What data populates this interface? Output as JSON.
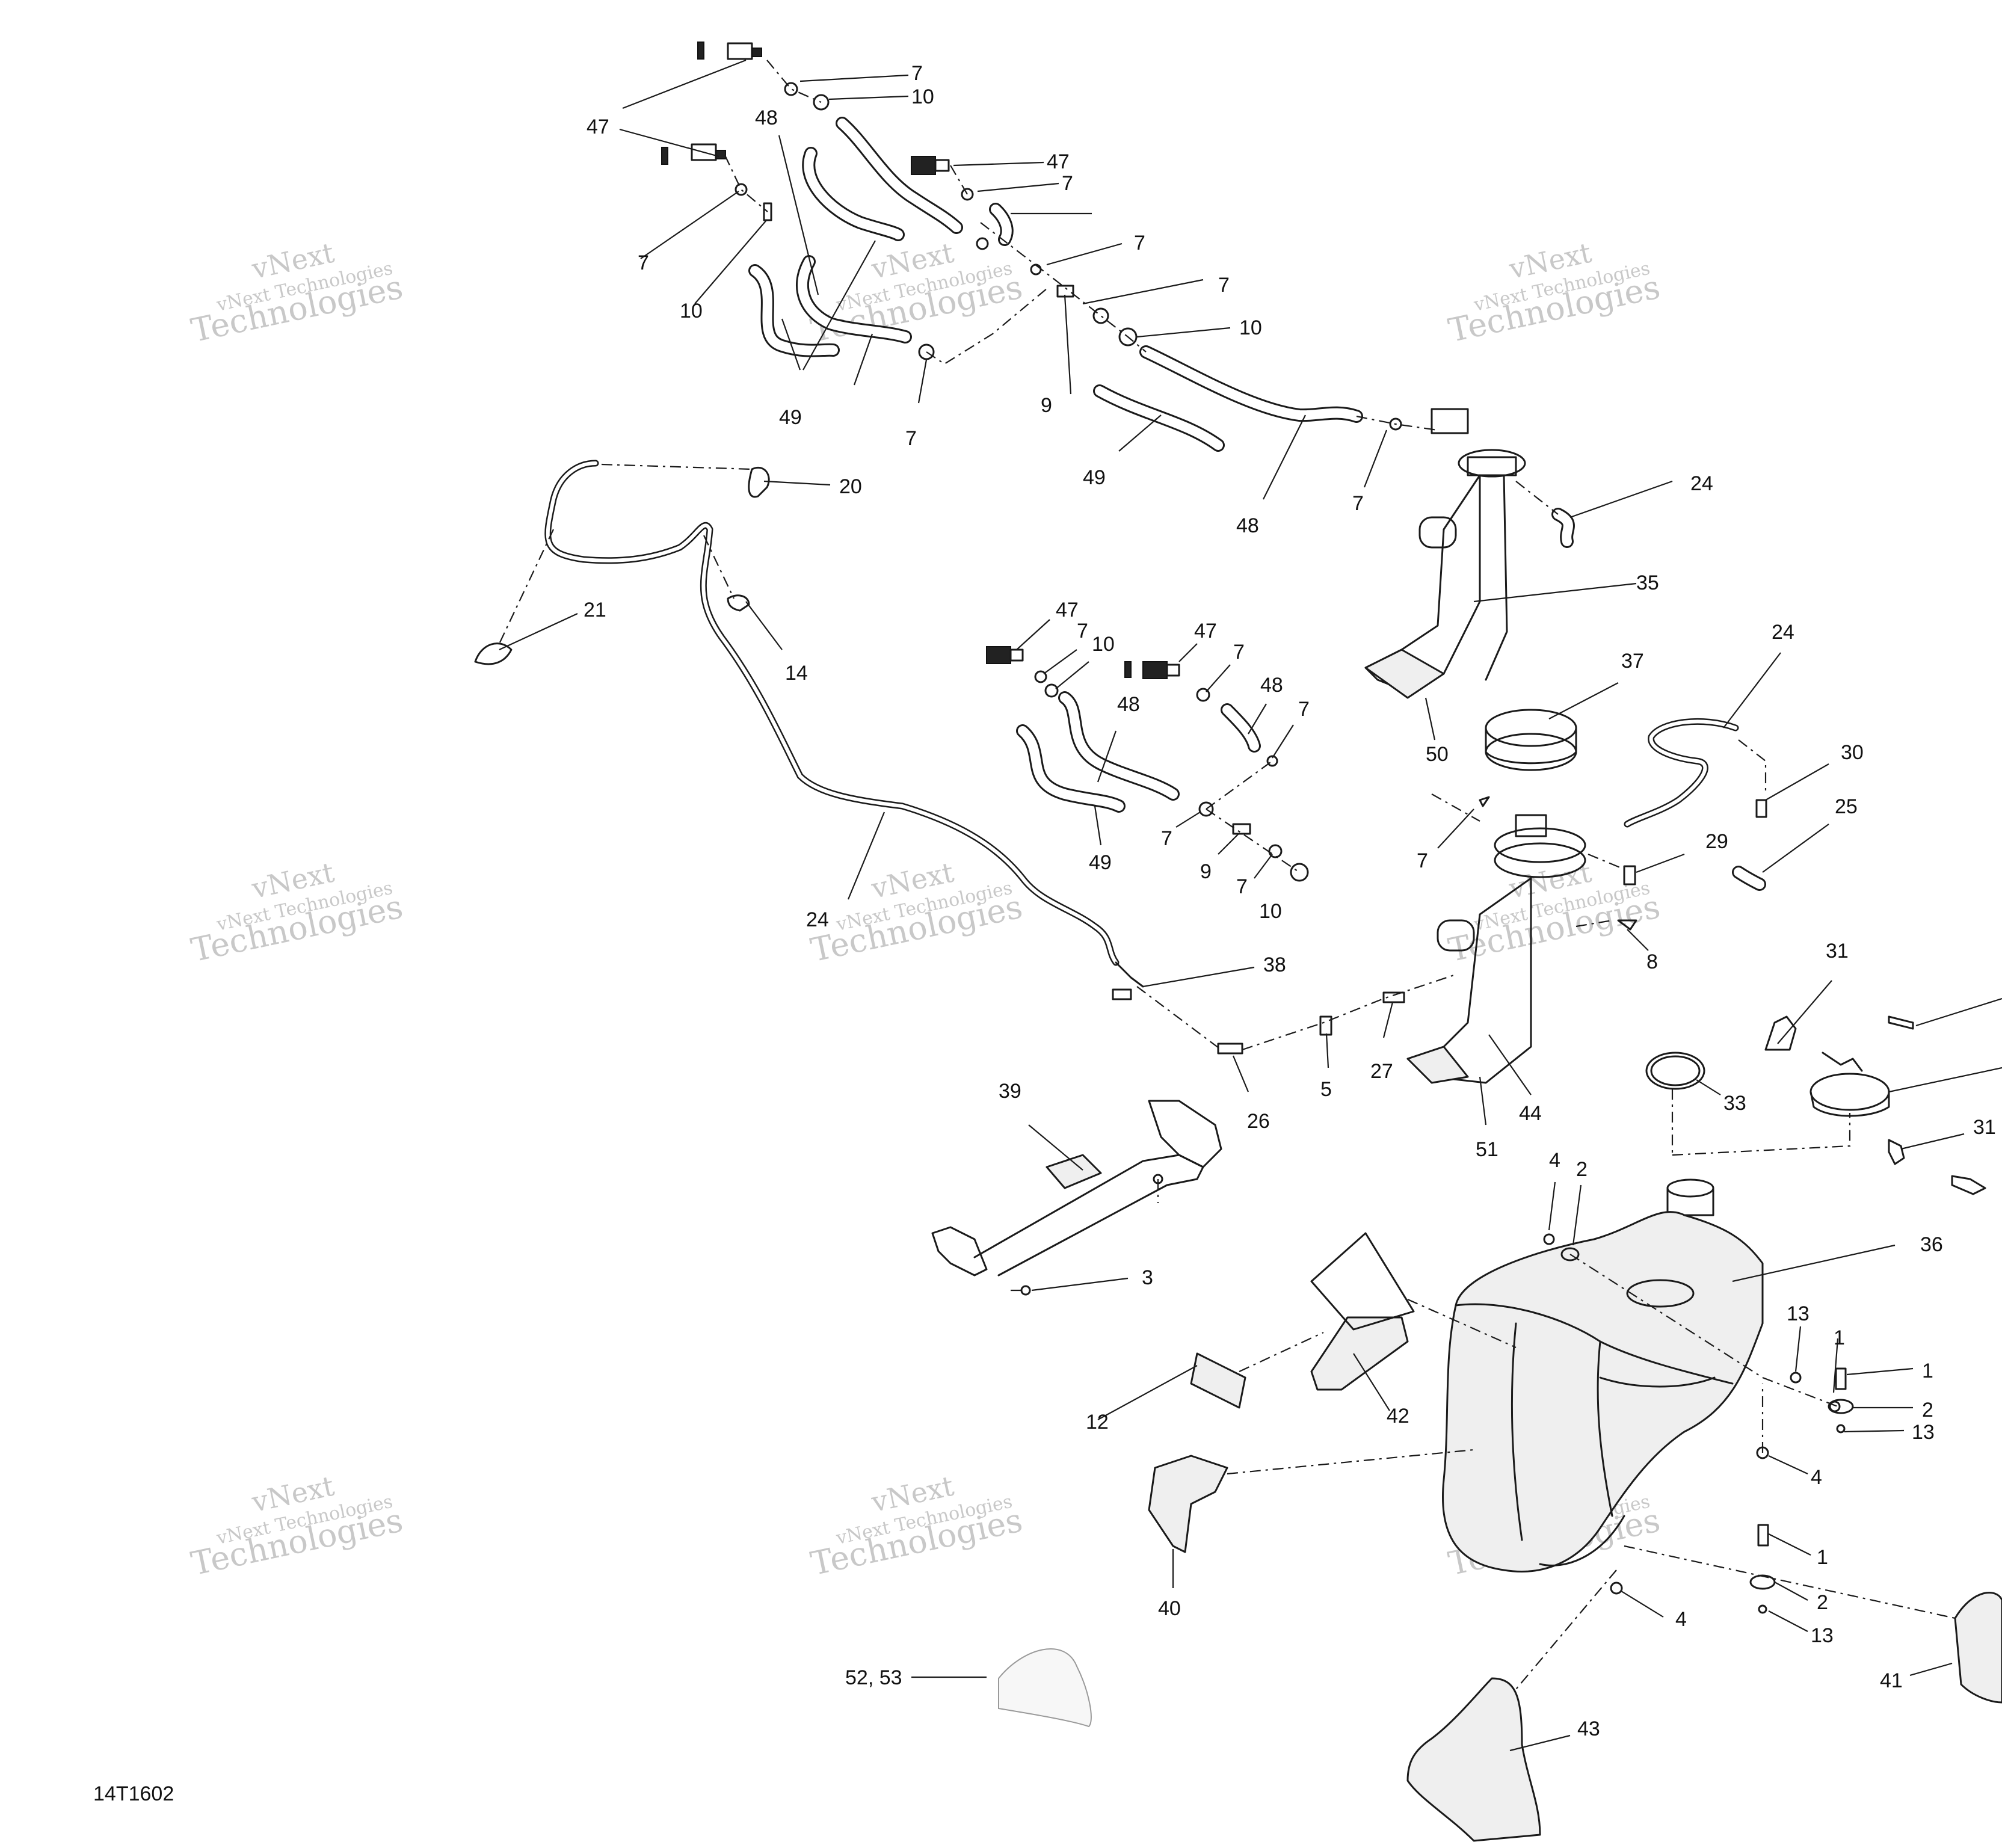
{
  "watermark": {
    "line1": "vNext",
    "line2": "vNext Technologies",
    "line3": "Technologies"
  },
  "drawing_code": "14T1602",
  "callouts": [
    {
      "id": "c47a",
      "text": "47"
    },
    {
      "id": "c7a",
      "text": "7"
    },
    {
      "id": "c10a",
      "text": "10"
    },
    {
      "id": "c48a",
      "text": "48"
    },
    {
      "id": "c47b",
      "text": "47"
    },
    {
      "id": "c7b",
      "text": "7"
    },
    {
      "id": "c7c",
      "text": "7"
    },
    {
      "id": "c10b",
      "text": "10"
    },
    {
      "id": "c7d",
      "text": "7"
    },
    {
      "id": "c7e",
      "text": "7"
    },
    {
      "id": "c10c",
      "text": "10"
    },
    {
      "id": "c49a",
      "text": "49"
    },
    {
      "id": "c7f",
      "text": "7"
    },
    {
      "id": "c9a",
      "text": "9"
    },
    {
      "id": "c49b",
      "text": "49"
    },
    {
      "id": "c48b",
      "text": "48"
    },
    {
      "id": "c7g",
      "text": "7"
    },
    {
      "id": "c24a",
      "text": "24"
    },
    {
      "id": "c35",
      "text": "35"
    },
    {
      "id": "c20",
      "text": "20"
    },
    {
      "id": "c21",
      "text": "21"
    },
    {
      "id": "c14",
      "text": "14"
    },
    {
      "id": "c47c",
      "text": "47"
    },
    {
      "id": "c7h",
      "text": "7"
    },
    {
      "id": "c10d",
      "text": "10"
    },
    {
      "id": "c47d",
      "text": "47"
    },
    {
      "id": "c7i",
      "text": "7"
    },
    {
      "id": "c48c",
      "text": "48"
    },
    {
      "id": "c48d",
      "text": "48"
    },
    {
      "id": "c7j",
      "text": "7"
    },
    {
      "id": "c49c",
      "text": "49"
    },
    {
      "id": "c7k",
      "text": "7"
    },
    {
      "id": "c9b",
      "text": "9"
    },
    {
      "id": "c7l",
      "text": "7"
    },
    {
      "id": "c10e",
      "text": "10"
    },
    {
      "id": "c50",
      "text": "50"
    },
    {
      "id": "c37",
      "text": "37"
    },
    {
      "id": "c24b",
      "text": "24"
    },
    {
      "id": "c30",
      "text": "30"
    },
    {
      "id": "c25",
      "text": "25"
    },
    {
      "id": "c7m",
      "text": "7"
    },
    {
      "id": "c29",
      "text": "29"
    },
    {
      "id": "c8",
      "text": "8"
    },
    {
      "id": "c24c",
      "text": "24"
    },
    {
      "id": "c38",
      "text": "38"
    },
    {
      "id": "c26",
      "text": "26"
    },
    {
      "id": "c5",
      "text": "5"
    },
    {
      "id": "c27",
      "text": "27"
    },
    {
      "id": "c44",
      "text": "44"
    },
    {
      "id": "c51",
      "text": "51"
    },
    {
      "id": "c31a",
      "text": "31"
    },
    {
      "id": "c33",
      "text": "33"
    },
    {
      "id": "c31b",
      "text": "31"
    },
    {
      "id": "c39",
      "text": "39"
    },
    {
      "id": "c3",
      "text": "3"
    },
    {
      "id": "c4a",
      "text": "4"
    },
    {
      "id": "c2a",
      "text": "2"
    },
    {
      "id": "c36",
      "text": "36"
    },
    {
      "id": "c13a",
      "text": "13"
    },
    {
      "id": "c1a",
      "text": "1"
    },
    {
      "id": "c1b",
      "text": "1"
    },
    {
      "id": "c2b",
      "text": "2"
    },
    {
      "id": "c13b",
      "text": "13"
    },
    {
      "id": "c12",
      "text": "12"
    },
    {
      "id": "c42",
      "text": "42"
    },
    {
      "id": "c4b",
      "text": "4"
    },
    {
      "id": "c40",
      "text": "40"
    },
    {
      "id": "c1c",
      "text": "1"
    },
    {
      "id": "c2c",
      "text": "2"
    },
    {
      "id": "c4c",
      "text": "4"
    },
    {
      "id": "c13c",
      "text": "13"
    },
    {
      "id": "c41",
      "text": "41"
    },
    {
      "id": "c5253",
      "text": "52, 53"
    },
    {
      "id": "c43",
      "text": "43"
    }
  ]
}
